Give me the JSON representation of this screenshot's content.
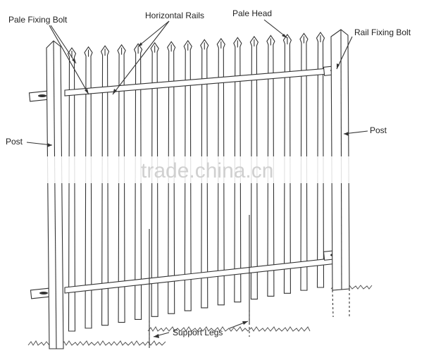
{
  "labels": {
    "pale_fixing_bolt": "Pale Fixing Bolt",
    "horizontal_rails": "Horizontal Rails",
    "pale_head": "Pale Head",
    "rail_fixing_bolt": "Rail Fixing Bolt",
    "post_left": "Post",
    "post_right": "Post",
    "support_legs": "Support Legs"
  },
  "watermark": "trade.china.cn",
  "pale_count": 16
}
